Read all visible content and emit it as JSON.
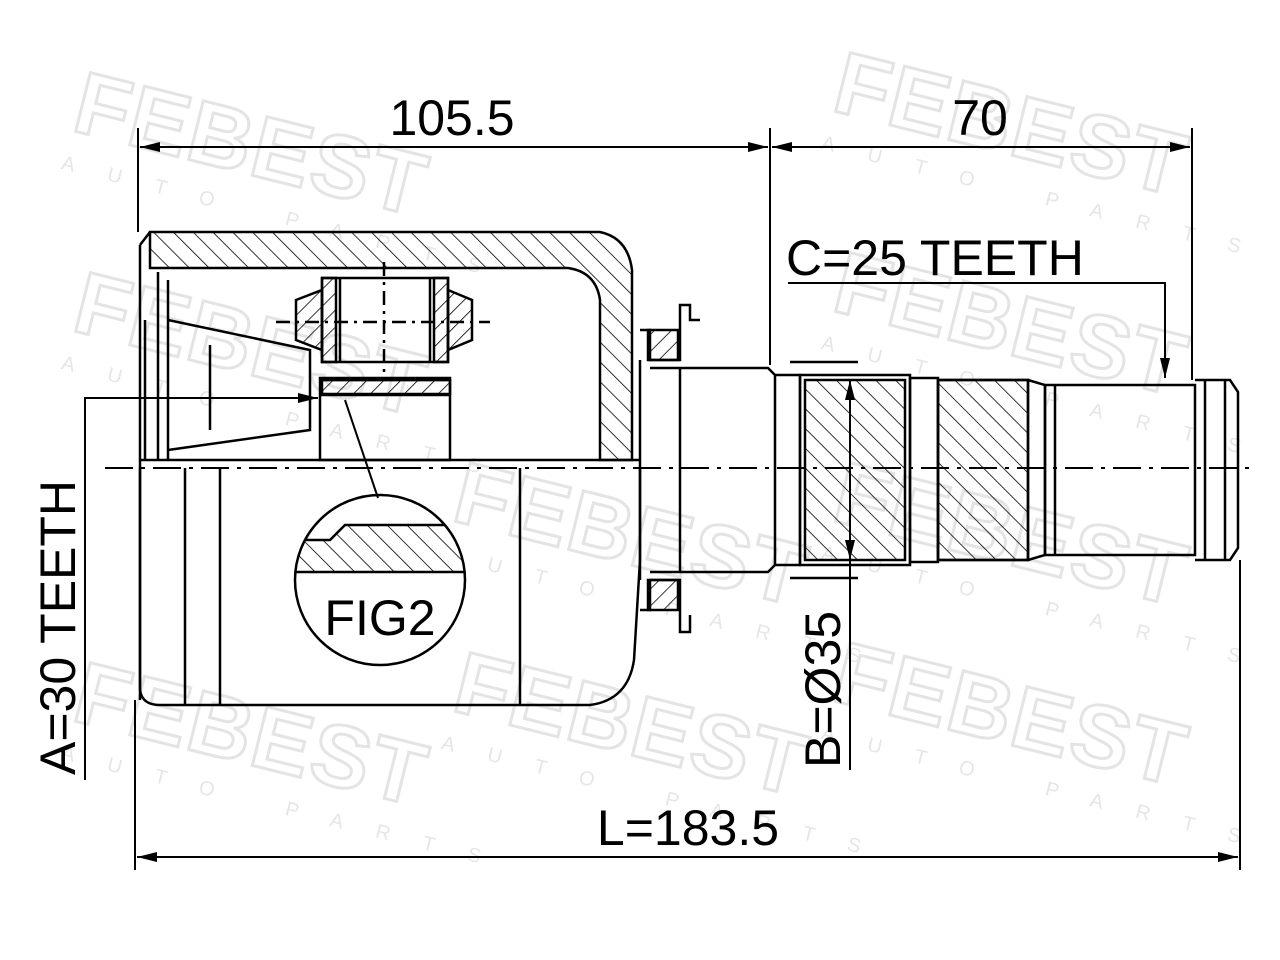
{
  "watermark": {
    "brand": "FEBEST",
    "tagline": "AUTO PARTS"
  },
  "dimensions": {
    "outer_joint_length": "105.5",
    "shaft_length": "70",
    "spline_c": "C=25 TEETH",
    "spline_a": "A=30 TEETH",
    "diameter_b": "B=Ø35",
    "total_length": "L=183.5"
  },
  "detail_label": "FIG2",
  "colors": {
    "line": "#000000",
    "watermark": "#e4e4e4",
    "background": "#ffffff"
  }
}
